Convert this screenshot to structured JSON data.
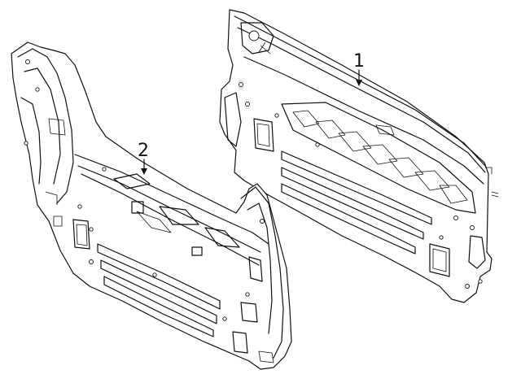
{
  "diagram": {
    "callouts": [
      {
        "id": "1",
        "label": "1"
      },
      {
        "id": "2",
        "label": "2"
      }
    ],
    "colors": {
      "line": "#111111",
      "background": "#ffffff"
    }
  }
}
